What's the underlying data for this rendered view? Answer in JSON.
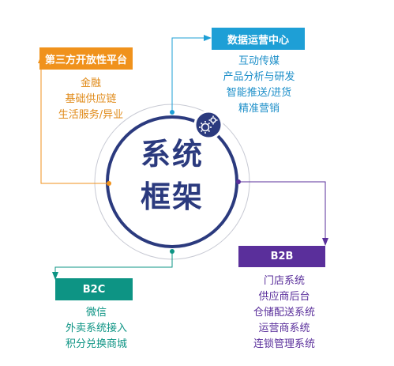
{
  "center": {
    "line1": "系统",
    "line2": "框架"
  },
  "colors": {
    "navy": "#2b3a7e",
    "orange": "#f0921c",
    "blue": "#1e9fd6",
    "purple": "#5a2f9b",
    "teal": "#0d9484"
  },
  "nodes": {
    "third_party": {
      "title": "第三方开放性平台",
      "items": [
        "金融",
        "基础供应链",
        "生活服务/异业"
      ]
    },
    "data_ops": {
      "title": "数据运营中心",
      "items": [
        "互动传媒",
        "产品分析与研发",
        "智能推送/进货",
        "精准营销"
      ]
    },
    "b2b": {
      "title": "B2B",
      "items": [
        "门店系统",
        "供应商后台",
        "仓储配送系统",
        "运营商系统",
        "连锁管理系统"
      ]
    },
    "b2c": {
      "title": "B2C",
      "items": [
        "微信",
        "外卖系统接入",
        "积分兑换商城"
      ]
    }
  },
  "icons": {
    "hub": "gears-icon"
  }
}
